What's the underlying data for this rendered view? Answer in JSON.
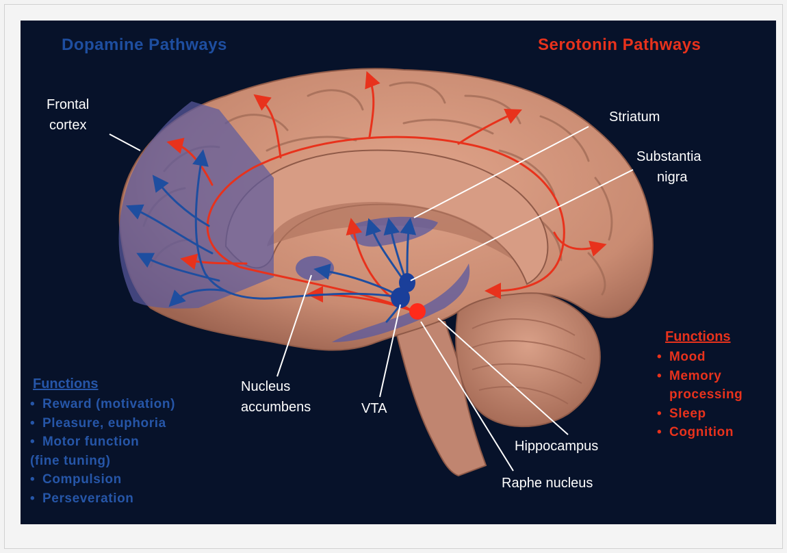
{
  "diagram": {
    "titles": {
      "dopamine": "Dopamine Pathways",
      "serotonin": "Serotonin Pathways"
    },
    "labels": {
      "frontal_cortex_line1": "Frontal",
      "frontal_cortex_line2": "cortex",
      "striatum": "Striatum",
      "substantia_nigra_line1": "Substantia",
      "substantia_nigra_line2": "nigra",
      "nucleus_accumbens_line1": "Nucleus",
      "nucleus_accumbens_line2": "accumbens",
      "vta": "VTA",
      "hippocampus": "Hippocampus",
      "raphe_nucleus": "Raphe nucleus"
    },
    "dopamine_functions": {
      "heading": "Functions",
      "items": [
        "Reward (motivation)",
        "Pleasure, euphoria",
        "Motor function",
        "(fine tuning)",
        "Compulsion",
        "Perseveration"
      ]
    },
    "serotonin_functions": {
      "heading": "Functions",
      "items": [
        "Mood",
        "Memory",
        "processing",
        "Sleep",
        "Cognition"
      ]
    },
    "colors": {
      "background": "#07122a",
      "brain": "#c98b72",
      "dopamine": "#1e4ea0",
      "serotonin": "#e8321c",
      "dopamine_region": "#5a5aa0"
    }
  }
}
